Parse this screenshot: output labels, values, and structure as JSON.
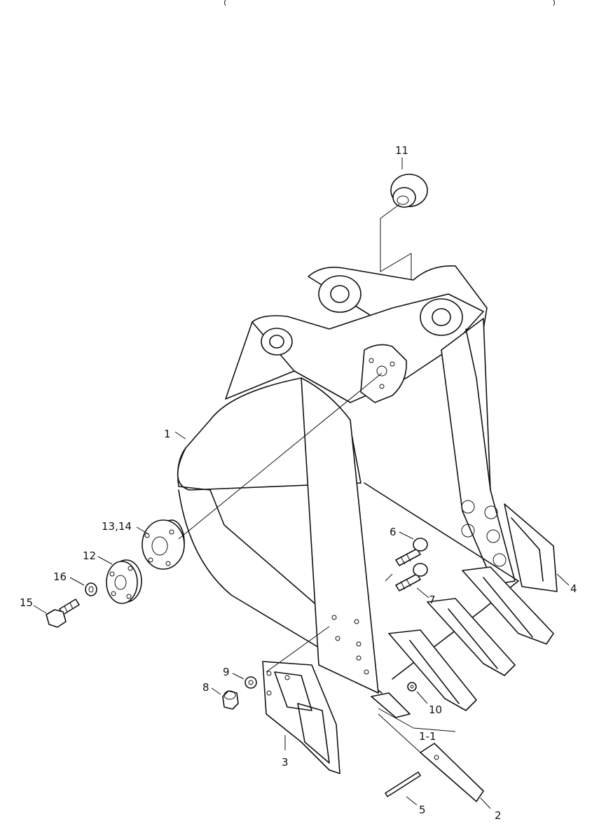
{
  "diagram": {
    "callouts": [
      {
        "id": "label-1",
        "text": "1"
      },
      {
        "id": "label-1-1",
        "text": "1-1"
      },
      {
        "id": "label-2",
        "text": "2"
      },
      {
        "id": "label-3",
        "text": "3"
      },
      {
        "id": "label-4",
        "text": "4"
      },
      {
        "id": "label-5",
        "text": "5"
      },
      {
        "id": "label-6",
        "text": "6"
      },
      {
        "id": "label-7",
        "text": "7"
      },
      {
        "id": "label-8",
        "text": "8"
      },
      {
        "id": "label-9",
        "text": "9"
      },
      {
        "id": "label-10",
        "text": "10"
      },
      {
        "id": "label-11",
        "text": "11"
      },
      {
        "id": "label-12",
        "text": "12"
      },
      {
        "id": "label-13-14",
        "text": "13,14"
      },
      {
        "id": "label-15",
        "text": "15"
      },
      {
        "id": "label-16",
        "text": "16"
      }
    ]
  }
}
